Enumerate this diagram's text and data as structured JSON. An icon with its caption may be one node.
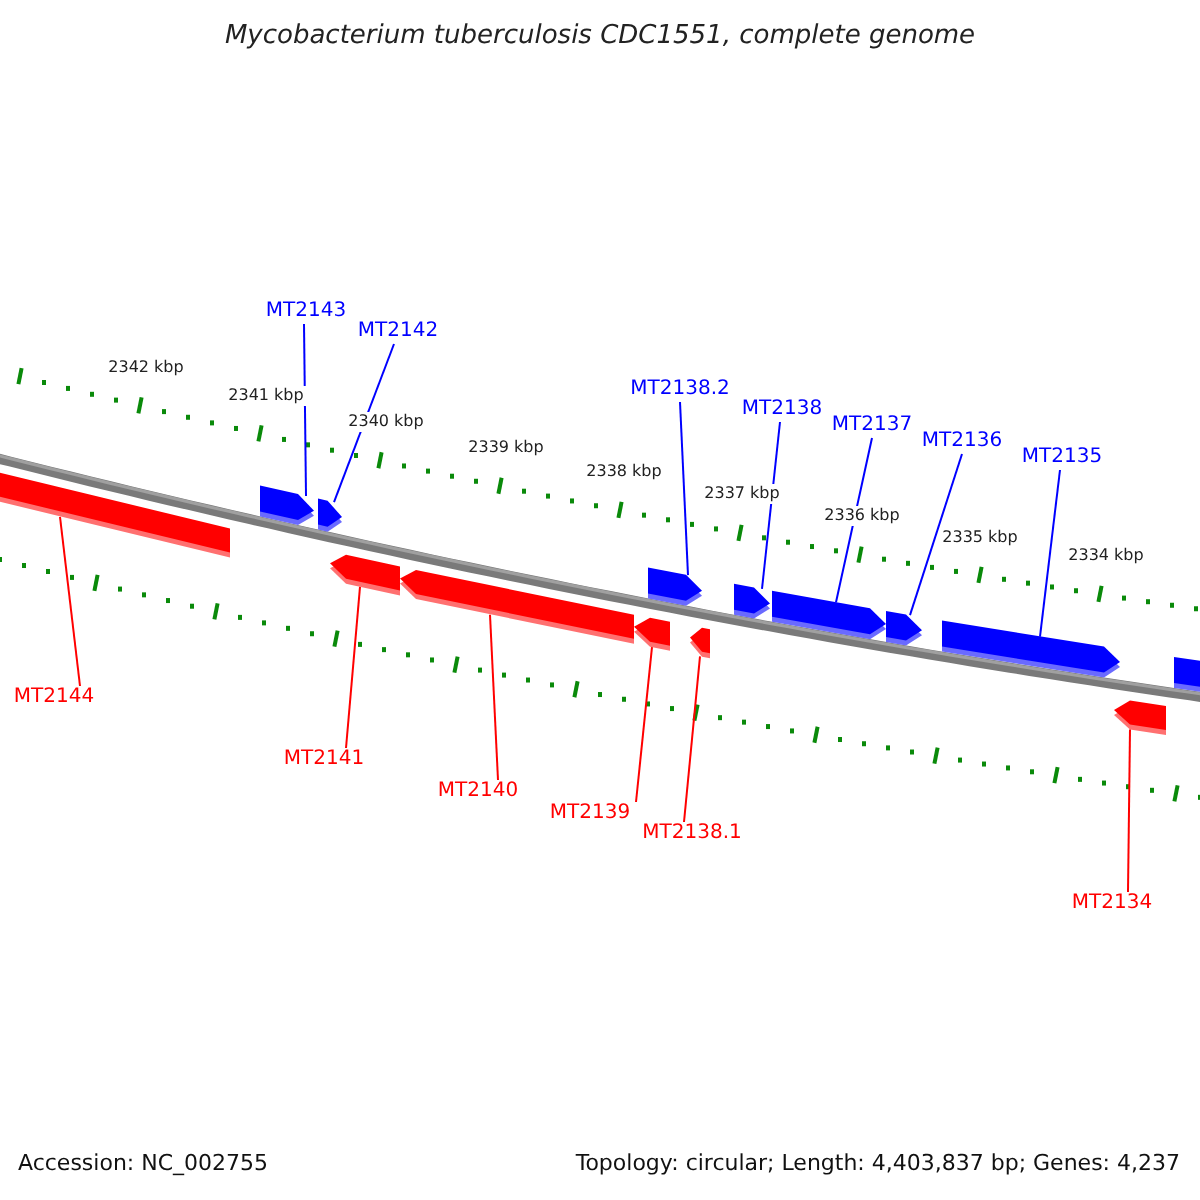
{
  "diagram": {
    "title": "Mycobacterium tuberculosis CDC1551, complete genome",
    "nodes": [
      {
        "text": [
          "MT2143"
        ]
      },
      {
        "text": [
          "MT2142"
        ]
      },
      {
        "text": [
          "MT2138.2"
        ]
      },
      {
        "text": [
          "MT2138"
        ]
      },
      {
        "text": [
          "MT2137"
        ]
      },
      {
        "text": [
          "MT2136"
        ]
      },
      {
        "text": [
          "MT2135"
        ]
      },
      {
        "text": [
          "MT2144"
        ]
      },
      {
        "text": [
          "MT2141"
        ]
      },
      {
        "text": [
          "MT2140"
        ]
      },
      {
        "text": [
          "MT2139"
        ]
      },
      {
        "text": [
          "MT2138.1"
        ]
      },
      {
        "text": [
          "MT2134"
        ]
      },
      {
        "text": [],
        "shape": "arrow"
      },
      {
        "text": [],
        "shape": "arrow"
      },
      {
        "text": [],
        "shape": "arrow"
      },
      {
        "text": [],
        "shape": "arrow"
      },
      {
        "text": [],
        "shape": "arrow"
      },
      {
        "text": [],
        "shape": "arrow"
      },
      {
        "text": [],
        "shape": "arrow"
      },
      {
        "text": [],
        "shape": "arrow"
      },
      {
        "text": [],
        "shape": "arrow"
      },
      {
        "text": [],
        "shape": "arrow"
      },
      {
        "text": [],
        "shape": "arrow"
      },
      {
        "text": [],
        "shape": "arrow"
      },
      {
        "text": [],
        "shape": "arrow"
      },
      {
        "text": [],
        "shape": "arrow"
      }
    ],
    "edges": [
      {
        "from": 0,
        "to": 13,
        "arrow": "none"
      },
      {
        "from": 1,
        "to": 14,
        "arrow": "none"
      },
      {
        "from": 2,
        "to": 15,
        "arrow": "none"
      },
      {
        "from": 3,
        "to": 16,
        "arrow": "none"
      },
      {
        "from": 4,
        "to": 17,
        "arrow": "none"
      },
      {
        "from": 5,
        "to": 18,
        "arrow": "none"
      },
      {
        "from": 6,
        "to": 19,
        "arrow": "none"
      },
      {
        "from": 7,
        "to": 21,
        "arrow": "none",
        "color": "#ff0000"
      },
      {
        "from": 8,
        "to": 22,
        "arrow": "none",
        "color": "#ff0000"
      },
      {
        "from": 9,
        "to": 23,
        "arrow": "none",
        "color": "#ff0000"
      },
      {
        "from": 10,
        "to": 24,
        "arrow": "none",
        "color": "#ff0000"
      },
      {
        "from": 11,
        "to": 25,
        "arrow": "none",
        "color": "#ff0000"
      },
      {
        "from": 12,
        "to": 26,
        "arrow": "none",
        "color": "#ff0000"
      }
    ],
    "labels": [
      "2342 kbp",
      "2341 kbp",
      "2340 kbp",
      "2339 kbp",
      "2338 kbp",
      "2337 kbp",
      "2336 kbp",
      "2335 kbp",
      "2334 kbp",
      "Accession: NC_002755",
      "Topology: circular; Length: 4,403,837 bp; Genes: 4,237"
    ]
  }
}
